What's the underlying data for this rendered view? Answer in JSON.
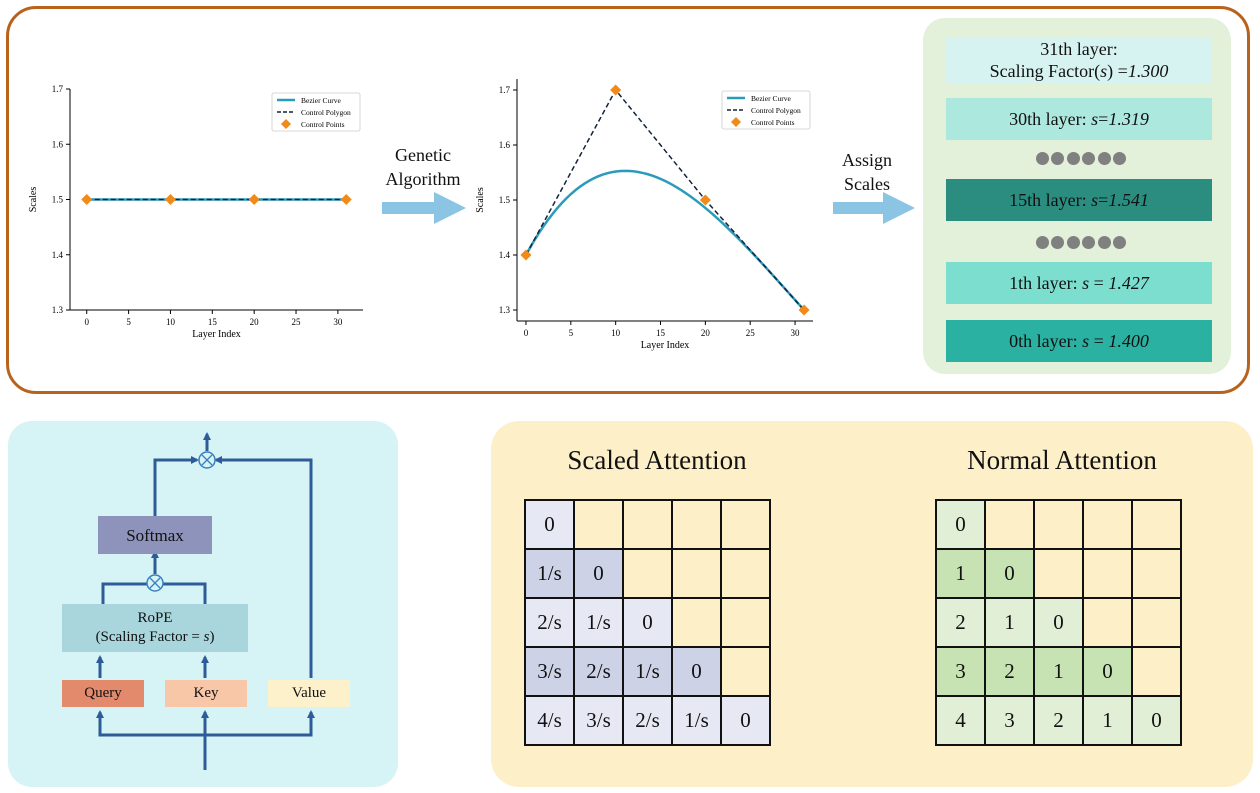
{
  "chart_data": [
    {
      "type": "line",
      "xlabel": "Layer Index",
      "ylabel": "Scales",
      "xlim": [
        -2,
        33
      ],
      "ylim": [
        1.3,
        1.7
      ],
      "xticks": [
        0,
        5,
        10,
        15,
        20,
        25,
        30
      ],
      "yticks": [
        "1.3",
        "1.4",
        "1.5",
        "1.6",
        "1.7"
      ],
      "legend_position": "top-right",
      "legend": [
        "Bezier Curve",
        "Control Polygon",
        "Control Points"
      ],
      "control_points": {
        "x": [
          0,
          10,
          20,
          31
        ],
        "y": [
          1.5,
          1.5,
          1.5,
          1.5
        ]
      },
      "colors": {
        "curve": "#2a9cba",
        "polygon": "#14233c",
        "points": "#f08a1a"
      }
    },
    {
      "type": "line",
      "xlabel": "Layer Index",
      "ylabel": "Scales",
      "xlim": [
        -1,
        32
      ],
      "ylim": [
        1.28,
        1.72
      ],
      "xticks": [
        0,
        5,
        10,
        15,
        20,
        25,
        30
      ],
      "yticks": [
        "1.3",
        "1.4",
        "1.5",
        "1.6",
        "1.7"
      ],
      "legend_position": "top-right",
      "legend": [
        "Bezier Curve",
        "Control Polygon",
        "Control Points"
      ],
      "control_points": {
        "x": [
          0,
          10,
          20,
          31
        ],
        "y": [
          1.4,
          1.7,
          1.5,
          1.3
        ]
      },
      "colors": {
        "curve": "#2a9cba",
        "polygon": "#14233c",
        "points": "#f08a1a"
      }
    }
  ],
  "arrows": {
    "genetic_line1": "Genetic",
    "genetic_line2": "Algorithm",
    "assign_line1": "Assign",
    "assign_line2": "Scales",
    "color": "#8cc5e3"
  },
  "layers": [
    {
      "line1": "31th layer:",
      "prefix": "Scaling Factor(",
      "var": "s",
      "suffix": ") =",
      "value": "1.300",
      "color": "#d7f3f1"
    },
    {
      "label": "30th layer: ",
      "var": "s",
      "eq": "=",
      "value": "1.319",
      "color": "#ade8df"
    },
    {
      "label": "15th layer: ",
      "var": "s",
      "eq": "=",
      "value": "1.541",
      "color": "#2b8c80"
    },
    {
      "label": "1th layer: ",
      "var": "s",
      "eq": " = ",
      "value": "1.427",
      "color": "#7cdecf"
    },
    {
      "label": "0th layer: ",
      "var": "s",
      "eq": " = ",
      "value": "1.400",
      "color": "#2ab1a2"
    }
  ],
  "rope": {
    "softmax": "Softmax",
    "rope_line1": "RoPE",
    "rope_line2": "(Scaling Factor = ",
    "rope_var": "s",
    "rope_close": ")",
    "query": "Query",
    "key": "Key",
    "value": "Value",
    "colors": {
      "softmax": "#8e93bb",
      "rope": "#a9d6dc",
      "query": "#e48a6c",
      "key": "#f7c7a7",
      "value": "#fdf1cc",
      "line": "#2e5c98"
    }
  },
  "attention": {
    "scaled_title": "Scaled Attention",
    "normal_title": "Normal Attention",
    "scaled": [
      [
        "0",
        "",
        "",
        "",
        ""
      ],
      [
        "1/s",
        "0",
        "",
        "",
        ""
      ],
      [
        "2/s",
        "1/s",
        "0",
        "",
        ""
      ],
      [
        "3/s",
        "2/s",
        "1/s",
        "0",
        ""
      ],
      [
        "4/s",
        "3/s",
        "2/s",
        "1/s",
        "0"
      ]
    ],
    "normal": [
      [
        "0",
        "",
        "",
        "",
        ""
      ],
      [
        "1",
        "0",
        "",
        "",
        ""
      ],
      [
        "2",
        "1",
        "0",
        "",
        ""
      ],
      [
        "3",
        "2",
        "1",
        "0",
        ""
      ],
      [
        "4",
        "3",
        "2",
        "1",
        "0"
      ]
    ],
    "colors": {
      "scaled_light": "#e6e9f4",
      "scaled_dark": "#cdd2e7",
      "normal_light": "#e2efd7",
      "normal_dark": "#c8e3b3",
      "empty": "#fdefc8"
    }
  }
}
